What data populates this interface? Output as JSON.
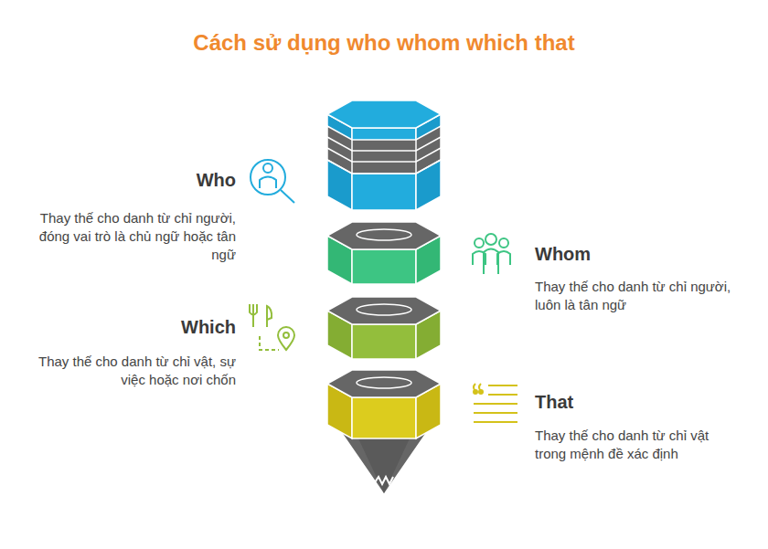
{
  "diagram": {
    "title": "Cách sử dụng who whom which that",
    "labels": [
      "Who",
      "Thay thế cho danh từ chỉ người, đóng vai trò là chủ ngữ hoặc tân ngữ",
      "Whom",
      "Thay thế cho danh từ chỉ người, luôn là tân ngữ",
      "Which",
      "Thay thế cho danh từ chỉ vật, sự việc hoặc nơi chốn",
      "That",
      "Thay thế cho danh từ chỉ vật trong mệnh đề xác định"
    ]
  }
}
